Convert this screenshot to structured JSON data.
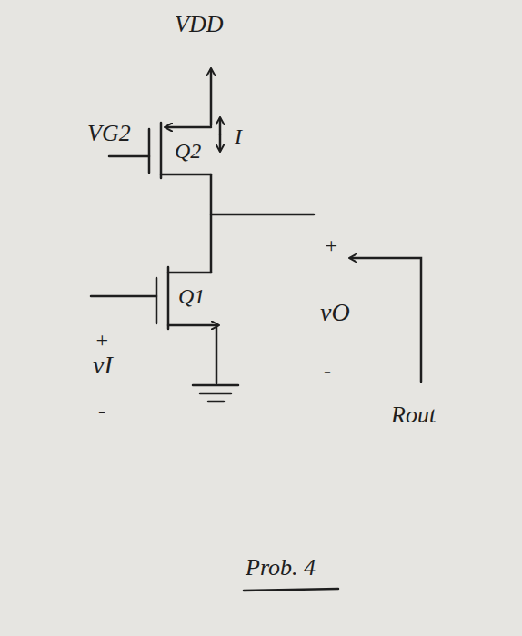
{
  "diagram": {
    "labels": [
      "VDD",
      "VG2",
      "Q2",
      "I",
      "Q1",
      "+",
      "vI",
      "-",
      "+",
      "vO",
      "-",
      "Rout",
      "Prob. 4"
    ]
  }
}
